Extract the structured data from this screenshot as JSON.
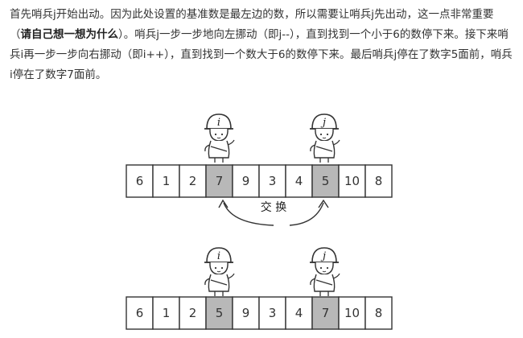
{
  "paragraph": {
    "part1": "首先哨兵j开始出动。因为此处设置的基准数是最左边的数，所以需要让哨兵j先出动，这一点非常重要（",
    "bold": "请自己想一想为什么",
    "part2": "）。哨兵j一步一步地向左挪动（即j--），直到找到一个小于6的数停下来。接下来哨兵i再一步一步向右挪动（即i++），直到找到一个数大于6的数停下来。最后哨兵j停在了数字5面前，哨兵i停在了数字7面前。"
  },
  "top_row": {
    "values": [
      "6",
      "1",
      "2",
      "7",
      "9",
      "3",
      "4",
      "5",
      "10",
      "8"
    ],
    "highlight": [
      3,
      7
    ],
    "sentinel_i": "i",
    "sentinel_j": "j",
    "swap_label": "交 换"
  },
  "bottom_row": {
    "values": [
      "6",
      "1",
      "2",
      "5",
      "9",
      "3",
      "4",
      "7",
      "10",
      "8"
    ],
    "highlight": [
      3,
      7
    ],
    "sentinel_i": "i",
    "sentinel_j": "j"
  },
  "colors": {
    "cell_highlight": "#b8b8b8",
    "cell_border": "#333333",
    "text": "#333333"
  }
}
